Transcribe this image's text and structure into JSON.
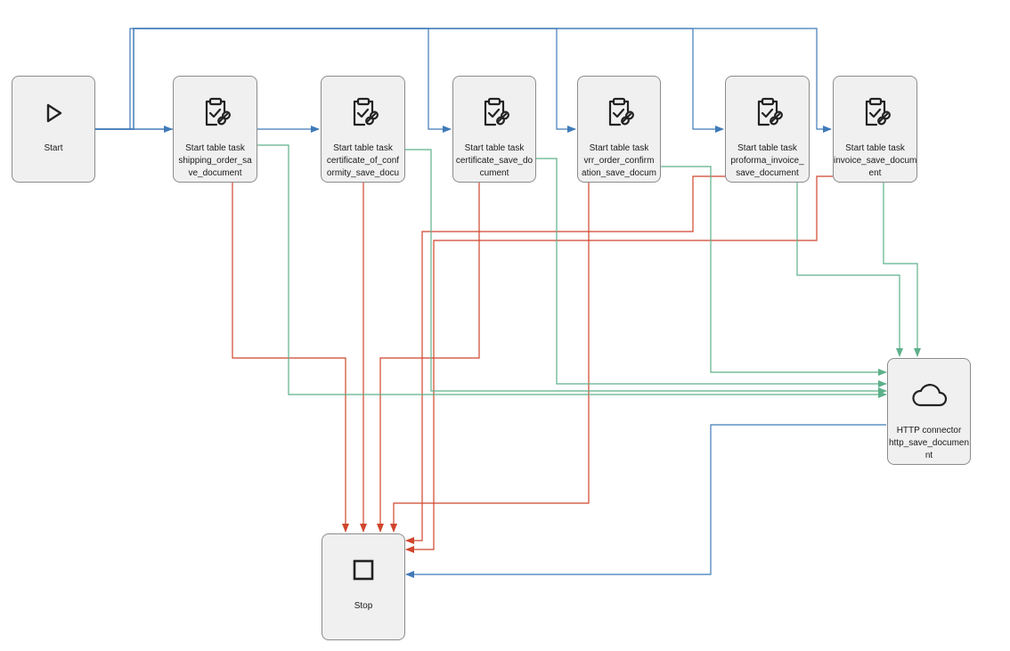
{
  "colors": {
    "flow_blue": "#3f7ab8",
    "error_red": "#d0452d",
    "success_green": "#5db08a",
    "node_fill": "#f0f0f0",
    "node_border": "#8c8c8c"
  },
  "nodes": {
    "start": {
      "label": "Start",
      "icon": "play-icon"
    },
    "stop": {
      "label": "Stop",
      "icon": "stop-square-icon"
    },
    "task1": {
      "title": "Start table task",
      "line1": "shipping_order_sa",
      "line2": "ve_document",
      "icon": "clipboard-link-icon"
    },
    "task2": {
      "title": "Start table task",
      "line1": "certificate_of_conf",
      "line2": "ormity_save_docu",
      "icon": "clipboard-link-icon"
    },
    "task3": {
      "title": "Start table task",
      "line1": "certificate_save_do",
      "line2": "cument",
      "icon": "clipboard-link-icon"
    },
    "task4": {
      "title": "Start table task",
      "line1": "vrr_order_confirm",
      "line2": "ation_save_docum",
      "icon": "clipboard-link-icon"
    },
    "task5": {
      "title": "Start table task",
      "line1": "proforma_invoice_",
      "line2": "save_document",
      "icon": "clipboard-link-icon"
    },
    "task6": {
      "title": "Start table task",
      "line1": "invoice_save_docum",
      "line2": "ent",
      "icon": "clipboard-link-icon"
    },
    "http": {
      "title": "HTTP connector",
      "line1": "http_save_documen",
      "line2": "nt",
      "icon": "cloud-icon"
    }
  }
}
